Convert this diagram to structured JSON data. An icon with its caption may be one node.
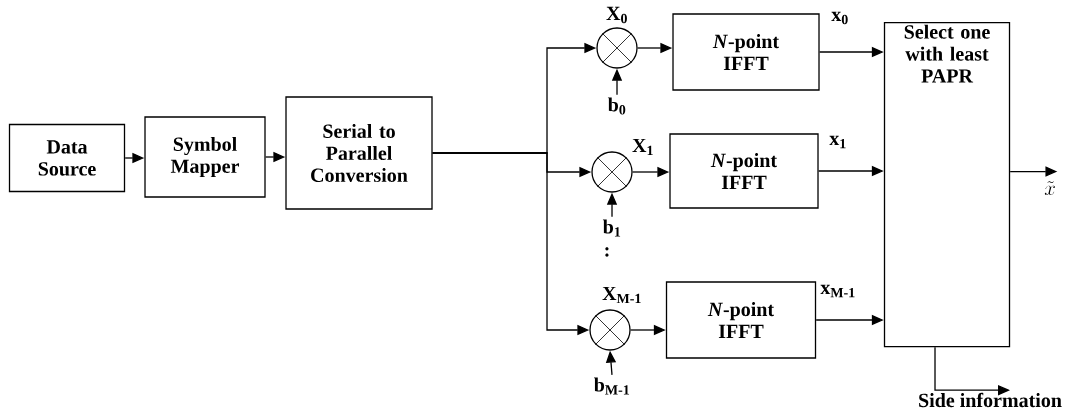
{
  "diagram": {
    "nodes": [
      {
        "text": [
          "Data Source"
        ]
      },
      {
        "text": [
          "Symbol Mapper"
        ]
      },
      {
        "text": [
          "Serial to Parallel Conversion"
        ]
      },
      {
        "text": [],
        "shape": "circle",
        "beside": [
          "X$_{0}$"
        ]
      },
      {
        "text": [],
        "shape": "circle",
        "beside": [
          "X$_{1}$"
        ]
      },
      {
        "text": [],
        "shape": "circle",
        "beside": [
          "X$_{M-1}$"
        ]
      },
      {
        "text": [
          "*N*-point IFFT"
        ]
      },
      {
        "text": [
          "*N*-point IFFT"
        ]
      },
      {
        "text": [
          "*N*-point IFFT"
        ]
      },
      {
        "text": [
          "Select one with least PAPR"
        ]
      },
      {
        "text": [
          "b$_{0}$"
        ]
      },
      {
        "text": [
          "b$_{1}$"
        ]
      },
      {
        "text": [
          "b$_{M-1}$"
        ]
      },
      {
        "text": [
          "\\tilde{x}"
        ]
      },
      {
        "text": [
          "Side information"
        ]
      }
    ],
    "edges": [
      {
        "from": 0,
        "to": 1,
        "arrow": "to"
      },
      {
        "from": 1,
        "to": 2,
        "arrow": "to"
      },
      {
        "from": 2,
        "to": 3,
        "arrow": "to"
      },
      {
        "from": 2,
        "to": 4,
        "arrow": "to"
      },
      {
        "from": 2,
        "to": 5,
        "arrow": "to"
      },
      {
        "from": 10,
        "to": 3,
        "arrow": "to"
      },
      {
        "from": 11,
        "to": 4,
        "arrow": "to"
      },
      {
        "from": 12,
        "to": 5,
        "arrow": "to"
      },
      {
        "from": 3,
        "to": 6,
        "arrow": "to"
      },
      {
        "from": 4,
        "to": 7,
        "arrow": "to"
      },
      {
        "from": 5,
        "to": 8,
        "arrow": "to"
      },
      {
        "from": 6,
        "to": 9,
        "arrow": "to",
        "label": "x$_{0}$"
      },
      {
        "from": 7,
        "to": 9,
        "arrow": "to",
        "label": "x$_{1}$"
      },
      {
        "from": 8,
        "to": 9,
        "arrow": "to",
        "label": "x$_{M-1}$"
      },
      {
        "from": 9,
        "to": 13,
        "arrow": "to"
      },
      {
        "from": 9,
        "to": 14,
        "arrow": "to"
      }
    ],
    "labels": [
      ":"
    ]
  }
}
